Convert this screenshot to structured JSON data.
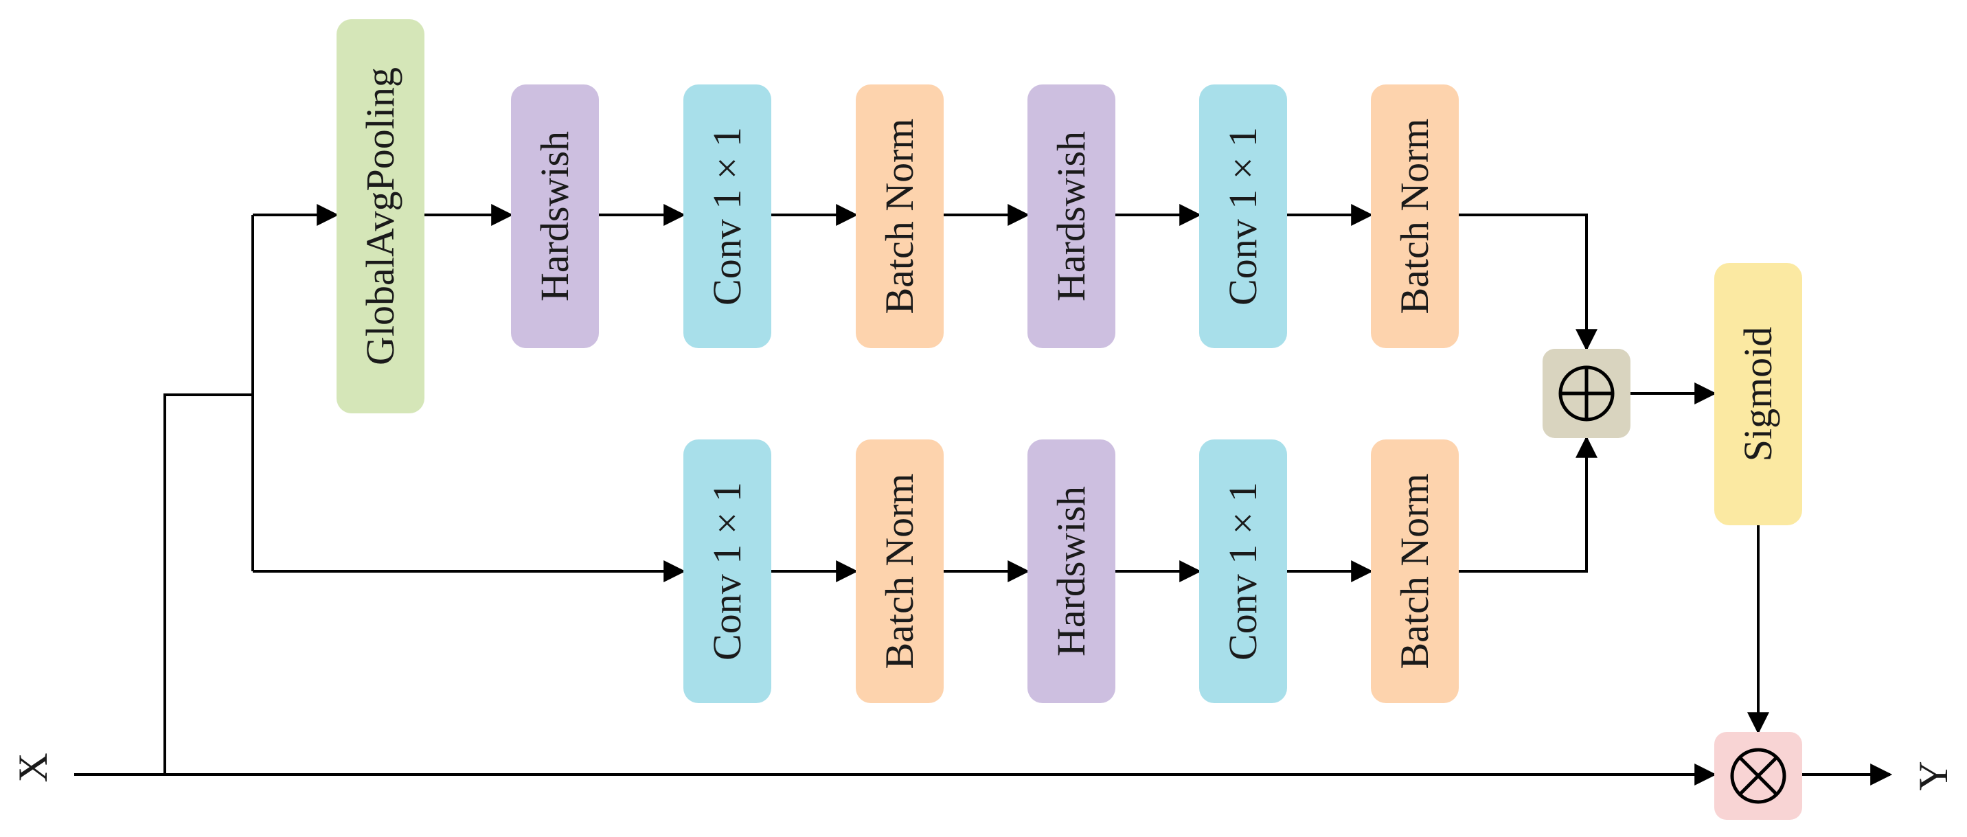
{
  "input_label": "X",
  "output_label": "Y",
  "colors": {
    "pool": "#d5e6b8",
    "hardswish": "#cdbfe0",
    "conv": "#a8dfea",
    "batchnorm": "#fdd3ad",
    "sigmoid": "#fbe9a2",
    "add_op": "#d9d4bf",
    "mul_op": "#f8d4d4",
    "line": "#000000"
  },
  "top_branch": [
    {
      "label": "GlobalAvgPooling",
      "kind": "pool"
    },
    {
      "label": "Hardswish",
      "kind": "hardswish"
    },
    {
      "label": "Conv 1 × 1",
      "kind": "conv"
    },
    {
      "label": "Batch Norm",
      "kind": "batchnorm"
    },
    {
      "label": "Hardswish",
      "kind": "hardswish"
    },
    {
      "label": "Conv 1 × 1",
      "kind": "conv"
    },
    {
      "label": "Batch Norm",
      "kind": "batchnorm"
    }
  ],
  "bottom_branch": [
    {
      "label": "Conv 1 × 1",
      "kind": "conv"
    },
    {
      "label": "Batch Norm",
      "kind": "batchnorm"
    },
    {
      "label": "Hardswish",
      "kind": "hardswish"
    },
    {
      "label": "Conv 1 × 1",
      "kind": "conv"
    },
    {
      "label": "Batch Norm",
      "kind": "batchnorm"
    }
  ],
  "sigmoid": {
    "label": "Sigmoid",
    "kind": "sigmoid"
  },
  "add_symbol": "add-icon",
  "multiply_symbol": "multiply-icon"
}
